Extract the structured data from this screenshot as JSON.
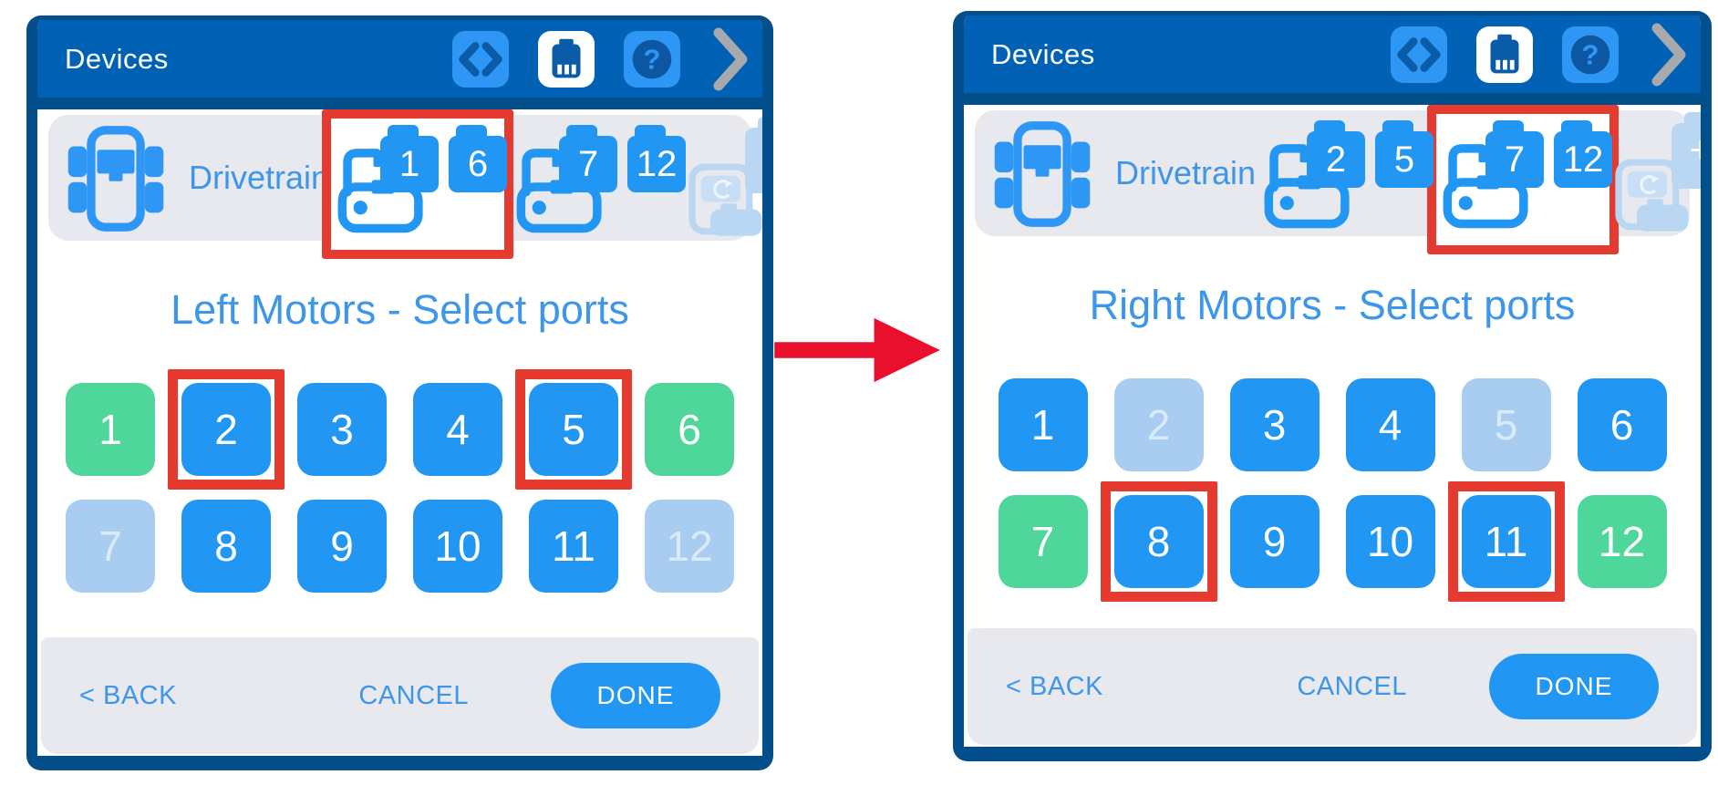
{
  "colors": {
    "header_blue": "#0061b5",
    "border_navy": "#024f8c",
    "accent_blue": "#2196f3",
    "assigned_green": "#4fd79b",
    "disabled_blue": "#a8cdf0",
    "panel_gray": "#e7e9ee",
    "link_blue": "#3d96e9",
    "annotation_red": "#e43a30",
    "arrow_red": "#e8102d"
  },
  "arrow": {
    "icon": "red-right-arrow"
  },
  "panels": [
    {
      "header": {
        "title": "Devices"
      },
      "toolbar_icons": {
        "code": "code-icon",
        "device": "brain-port-icon",
        "help": "help-icon",
        "expand": "chevron-right-icon"
      },
      "drivetrain": {
        "label": "Drivetrain",
        "groups": [
          {
            "ports": [
              "1",
              "6"
            ],
            "highlighted": "true"
          },
          {
            "ports": [
              "7",
              "12"
            ],
            "highlighted": "false"
          }
        ],
        "add_device_label": "+"
      },
      "title": "Left Motors - Select ports",
      "ports": [
        {
          "label": "1",
          "state": "assigned",
          "boxed": "false"
        },
        {
          "label": "2",
          "state": "free",
          "boxed": "true"
        },
        {
          "label": "3",
          "state": "free",
          "boxed": "false"
        },
        {
          "label": "4",
          "state": "free",
          "boxed": "false"
        },
        {
          "label": "5",
          "state": "free",
          "boxed": "true"
        },
        {
          "label": "6",
          "state": "assigned",
          "boxed": "false"
        },
        {
          "label": "7",
          "state": "used",
          "boxed": "false"
        },
        {
          "label": "8",
          "state": "free",
          "boxed": "false"
        },
        {
          "label": "9",
          "state": "free",
          "boxed": "false"
        },
        {
          "label": "10",
          "state": "free",
          "boxed": "false"
        },
        {
          "label": "11",
          "state": "free",
          "boxed": "false"
        },
        {
          "label": "12",
          "state": "used",
          "boxed": "false"
        }
      ],
      "footer": {
        "back": "< BACK",
        "cancel": "CANCEL",
        "done": "DONE"
      }
    },
    {
      "header": {
        "title": "Devices"
      },
      "toolbar_icons": {
        "code": "code-icon",
        "device": "brain-port-icon",
        "help": "help-icon",
        "expand": "chevron-right-icon"
      },
      "drivetrain": {
        "label": "Drivetrain",
        "groups": [
          {
            "ports": [
              "2",
              "5"
            ],
            "highlighted": "false"
          },
          {
            "ports": [
              "7",
              "12"
            ],
            "highlighted": "true"
          }
        ],
        "add_device_label": "+"
      },
      "title": "Right Motors - Select ports",
      "ports": [
        {
          "label": "1",
          "state": "free",
          "boxed": "false"
        },
        {
          "label": "2",
          "state": "used",
          "boxed": "false"
        },
        {
          "label": "3",
          "state": "free",
          "boxed": "false"
        },
        {
          "label": "4",
          "state": "free",
          "boxed": "false"
        },
        {
          "label": "5",
          "state": "used",
          "boxed": "false"
        },
        {
          "label": "6",
          "state": "free",
          "boxed": "false"
        },
        {
          "label": "7",
          "state": "assigned",
          "boxed": "false"
        },
        {
          "label": "8",
          "state": "free",
          "boxed": "true"
        },
        {
          "label": "9",
          "state": "free",
          "boxed": "false"
        },
        {
          "label": "10",
          "state": "free",
          "boxed": "false"
        },
        {
          "label": "11",
          "state": "free",
          "boxed": "true"
        },
        {
          "label": "12",
          "state": "assigned",
          "boxed": "false"
        }
      ],
      "footer": {
        "back": "< BACK",
        "cancel": "CANCEL",
        "done": "DONE"
      }
    }
  ]
}
